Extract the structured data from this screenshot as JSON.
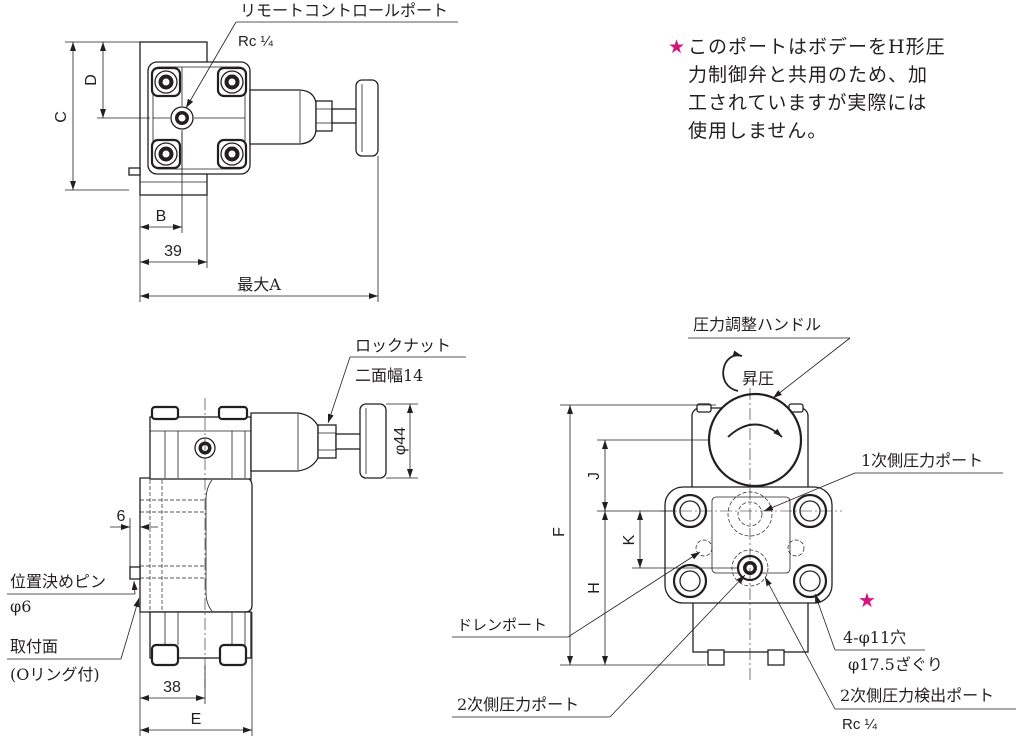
{
  "top_view": {
    "remote_port_label": "リモートコントロールポート",
    "remote_port_thread": "Rc ¼",
    "dim_c": "C",
    "dim_d": "D",
    "dim_b": "B",
    "dim_39": "39",
    "dim_max_a": "最大A"
  },
  "note": {
    "star": "★",
    "lines": [
      "このポートはボデーをH形圧",
      "力制御弁と共用のため、加",
      "工されていますが実際には",
      "使用しません。"
    ]
  },
  "front_view": {
    "lock_nut_label": "ロックナット",
    "lock_nut_width": "二面幅14",
    "dim_phi44": "φ44",
    "dim_6": "6",
    "pin_label": "位置決めピン",
    "pin_dia": "φ6",
    "mount_face_label": "取付面",
    "mount_face_note": "(Oリング付)",
    "dim_38": "38",
    "dim_e": "E"
  },
  "plan_view": {
    "handle_label": "圧力調整ハンドル",
    "rotation_label": "昇圧",
    "primary_port_label": "1次側圧力ポート",
    "dim_j": "J",
    "dim_f": "F",
    "dim_k": "K",
    "dim_h": "H",
    "star_marker": "★",
    "drain_port_label": "ドレンポート",
    "bolt_holes_label": "4-φ11穴",
    "counterbore_label": "φ17.5ざぐり",
    "secondary_port_label": "2次側圧力ポート",
    "secondary_detect_port_label": "2次側圧力検出ポート",
    "secondary_detect_port_thread": "Rc ¼"
  },
  "colors": {
    "line": "#231f20",
    "star": "#d4147f"
  }
}
